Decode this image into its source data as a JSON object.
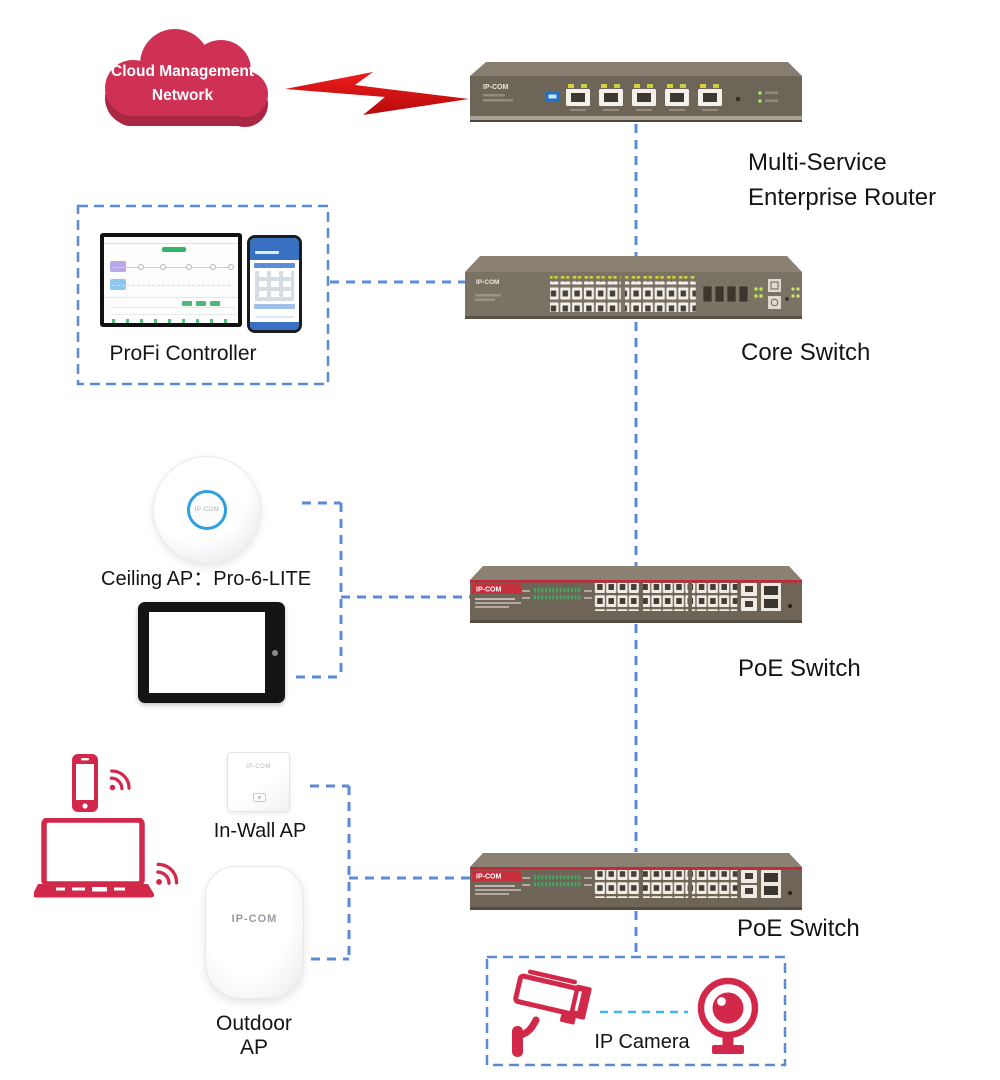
{
  "colors": {
    "brand_red": "#d2294b",
    "cloud_red": "#ce3154",
    "lightning_red": "#da1212",
    "connector_blue": "#5b8ad6",
    "camera_link_cyan": "#3db6ea",
    "chassis_taupe": "#7b7266",
    "label_black": "#141414"
  },
  "icons": {
    "cloud": "cloud-icon",
    "lightning": "lightning-bolt-icon",
    "smartphone": "smartphone-icon",
    "laptop": "laptop-icon",
    "wifi": "wifi-signal-icon",
    "bullet_camera": "bullet-camera-icon",
    "dome_camera": "dome-camera-icon"
  },
  "cloud": {
    "line1": "Cloud Management",
    "line2": "Network"
  },
  "router": {
    "brand": "IP-COM",
    "label_line1": "Multi-Service",
    "label_line2": "Enterprise Router"
  },
  "core_switch": {
    "brand": "IP-COM",
    "label": "Core Switch"
  },
  "profi_controller": {
    "label": "ProFi Controller"
  },
  "ceiling_ap": {
    "brand": "IP-COM",
    "label": "Ceiling AP：Pro-6-LITE"
  },
  "poe_switch_1": {
    "brand": "IP-COM",
    "label": "PoE Switch"
  },
  "in_wall_ap": {
    "brand": "IP-COM",
    "label": "In-Wall AP"
  },
  "outdoor_ap": {
    "brand": "IP-COM",
    "label": "Outdoor AP"
  },
  "poe_switch_2": {
    "brand": "IP-COM",
    "label": "PoE Switch"
  },
  "ip_camera": {
    "label": "IP Camera"
  }
}
